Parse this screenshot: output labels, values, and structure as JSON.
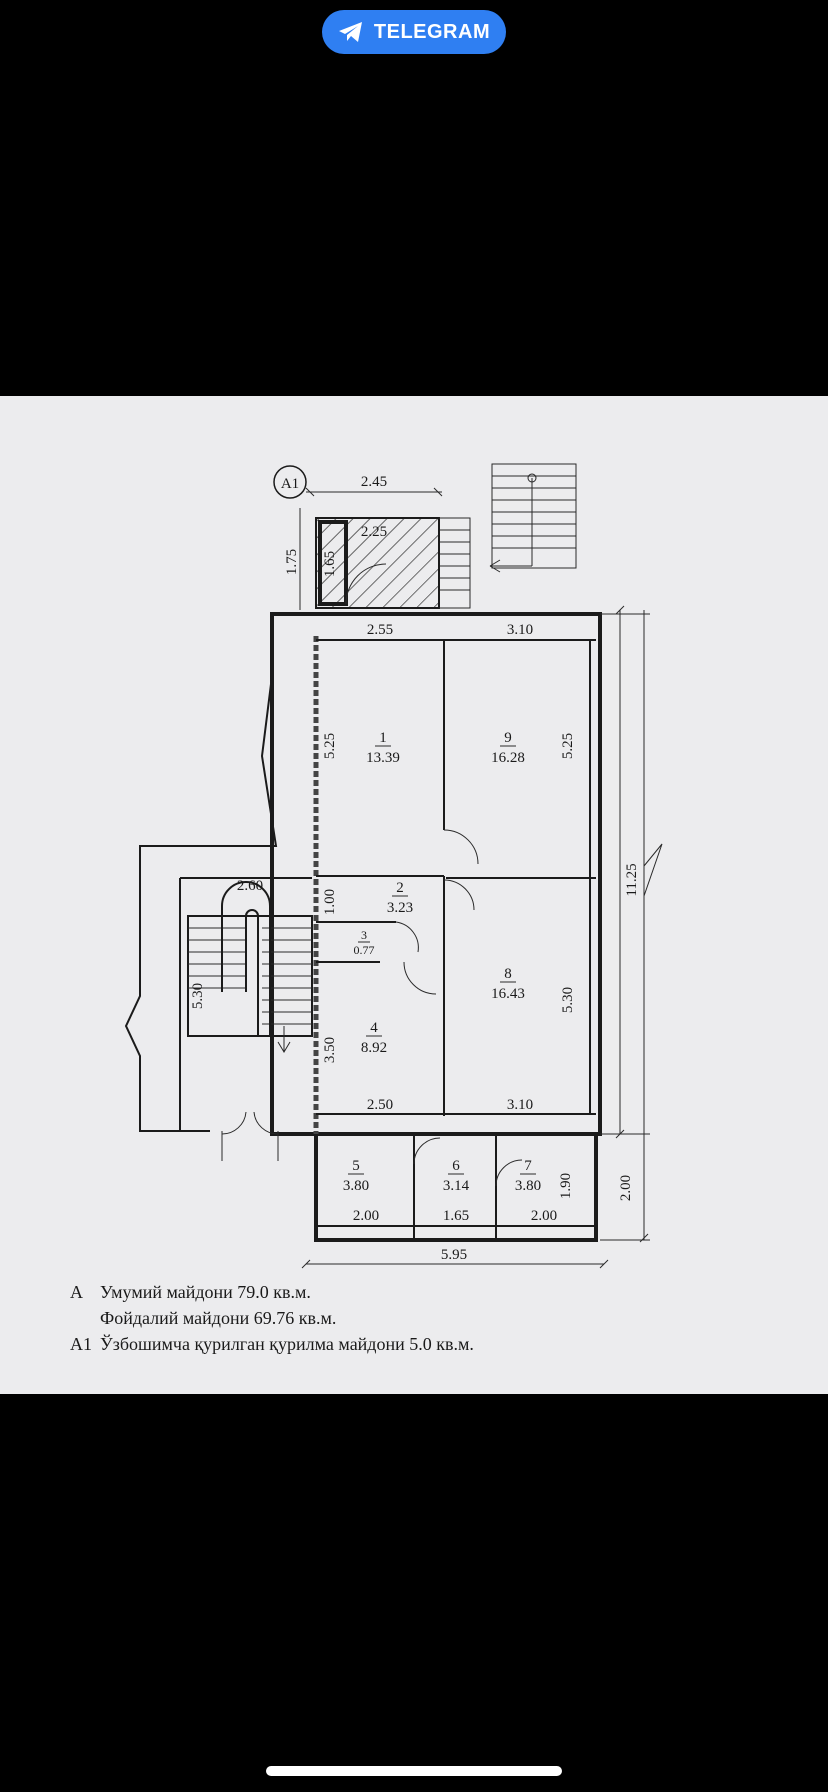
{
  "header": {
    "app_label": "TELEGRAM",
    "icon": "telegram-plane-icon",
    "accent": "#2f7ff2"
  },
  "plan": {
    "marker": "А1",
    "dims": {
      "a1_top": "2.45",
      "a1_inner": "2.25",
      "a1_left_outer": "1.75",
      "a1_left_inner": "1.65",
      "room1_top": "2.55",
      "room9_top": "3.10",
      "room1_height": "5.25",
      "room9_height": "5.25",
      "total_height": "11.25",
      "stair_width": "2.60",
      "room2_height": "1.00",
      "stair_height": "5.30",
      "room4_height": "3.50",
      "room8_height": "5.30",
      "room4_bottom": "2.50",
      "room8_bottom": "3.10",
      "room7_height": "1.90",
      "annex_height": "2.00",
      "room5_bottom": "2.00",
      "room6_bottom": "1.65",
      "room7_bottom": "2.00",
      "total_width": "5.95"
    },
    "rooms": [
      {
        "num": "1",
        "area": "13.39"
      },
      {
        "num": "9",
        "area": "16.28"
      },
      {
        "num": "2",
        "area": "3.23"
      },
      {
        "num": "3",
        "area": "0.77"
      },
      {
        "num": "8",
        "area": "16.43"
      },
      {
        "num": "4",
        "area": "8.92"
      },
      {
        "num": "5",
        "area": "3.80"
      },
      {
        "num": "6",
        "area": "3.14"
      },
      {
        "num": "7",
        "area": "3.80"
      }
    ]
  },
  "caption": {
    "line1_prefix": "А",
    "line1": "Умумий майдони 79.0 кв.м.",
    "line2": "Фойдалий майдони 69.76 кв.м.",
    "line3_prefix": "А1",
    "line3": "Ўзбошимча қурилган қурилма майдони 5.0 кв.м."
  }
}
